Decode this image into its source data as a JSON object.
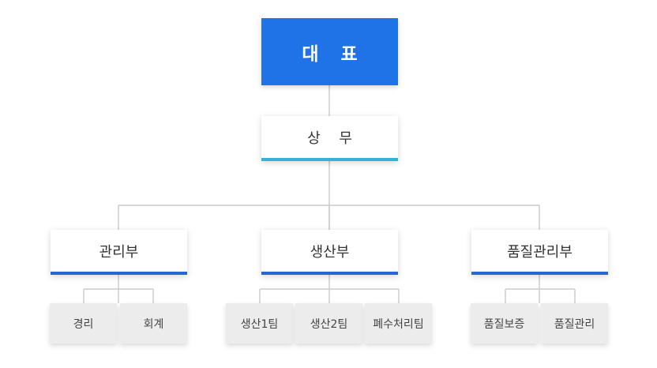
{
  "chart": {
    "ceo": "대 표",
    "executive": "상 무",
    "departments": [
      {
        "name": "관리부",
        "teams": [
          "경리",
          "회계"
        ]
      },
      {
        "name": "생산부",
        "teams": [
          "생산1팀",
          "생산2팀",
          "폐수처리팀"
        ]
      },
      {
        "name": "품질관리부",
        "teams": [
          "품질보증",
          "품질관리"
        ]
      }
    ]
  },
  "colors": {
    "ceo_fill": "#1f73e6",
    "executive_accent": "#35b2dc",
    "department_accent": "#2668d3",
    "team_fill": "#ececec",
    "connector": "#cccccc"
  }
}
